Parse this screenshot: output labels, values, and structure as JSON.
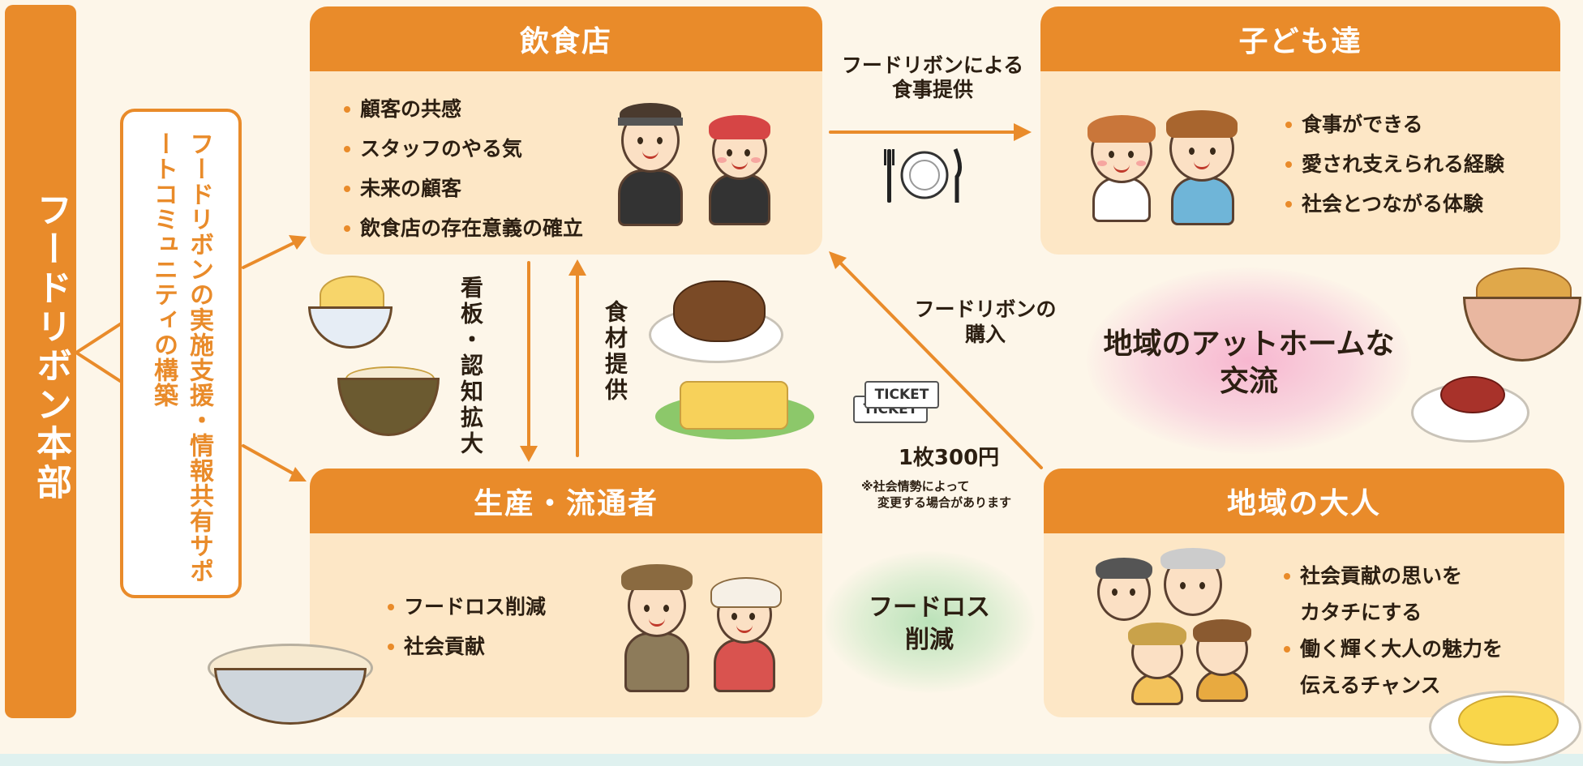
{
  "headquarters": {
    "label": "フードリボン本部"
  },
  "support_community": {
    "label": "フードリボンの実施支援・情報共有サポートコミュニティの構築"
  },
  "restaurant": {
    "title": "飲食店",
    "items": [
      "顧客の共感",
      "スタッフのやる気",
      "未来の顧客",
      "飲食店の存在意義の確立"
    ]
  },
  "children": {
    "title": "子ども達",
    "items": [
      "食事ができる",
      "愛され支えられる経験",
      "社会とつながる体験"
    ]
  },
  "producers": {
    "title": "生産・流通者",
    "items": [
      "フードロス削減",
      "社会貢献"
    ]
  },
  "adults": {
    "title": "地域の大人",
    "items": [
      "社会貢献の思いを",
      "カタチにする",
      "働く輝く大人の魅力を",
      "伝えるチャンス"
    ]
  },
  "arrows": {
    "meal_provision_line1": "フードリボンによる",
    "meal_provision_line2": "食事提供",
    "signboard": "看板・認知拡大",
    "ingredients": "食材提供",
    "purchase_line1": "フードリボンの",
    "purchase_line2": "購入"
  },
  "ticket": {
    "text": "TICKET",
    "price": "1枚300円",
    "note_line1": "※社会情勢によって",
    "note_line2": "変更する場合があります"
  },
  "community_exchange": {
    "line1": "地域のアットホームな",
    "line2": "交流"
  },
  "food_loss": {
    "line1": "フードロス",
    "line2": "削減"
  },
  "colors": {
    "accent": "#e98b2a",
    "panel": "#fde7c6",
    "background": "#fdf6e9"
  }
}
